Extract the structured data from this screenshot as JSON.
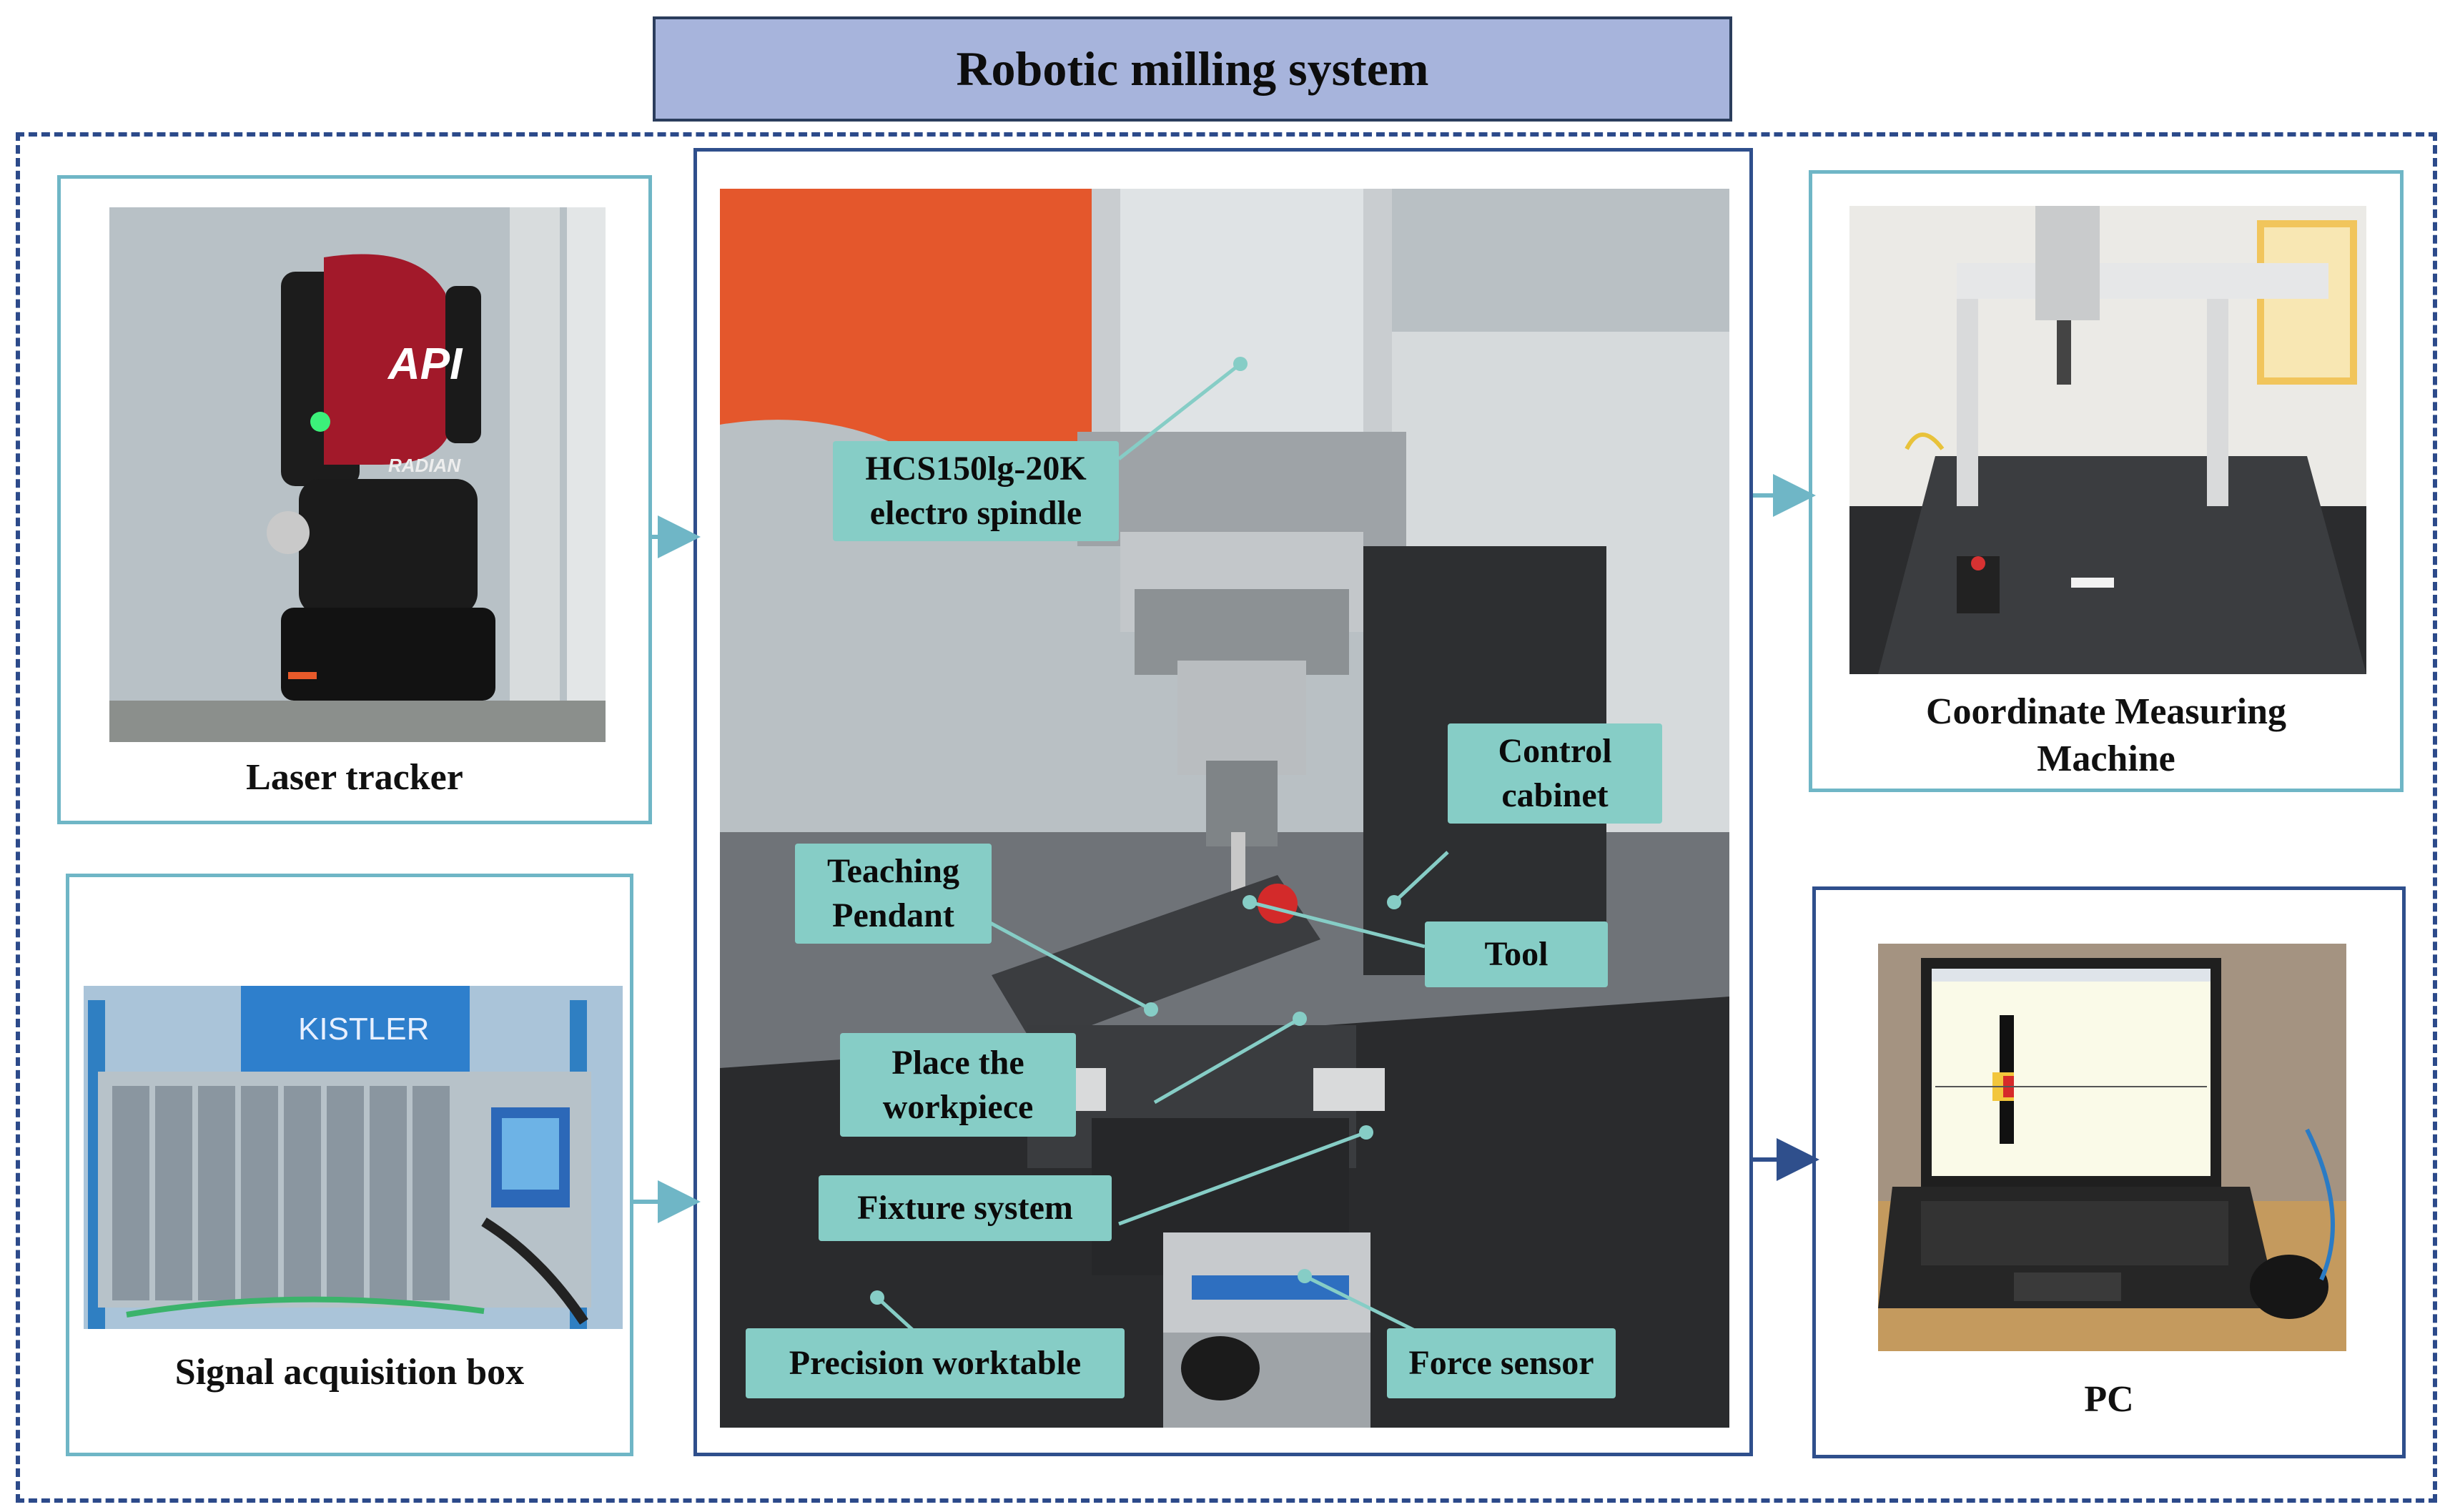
{
  "title": "Robotic milling system",
  "panels": {
    "laser_tracker": {
      "caption": "Laser tracker",
      "brand": "API",
      "model": "RADIAN"
    },
    "signal_box": {
      "caption": "Signal acquisition box",
      "brand": "KISTLER"
    },
    "cmm": {
      "caption_line1": "Coordinate Measuring",
      "caption_line2": "Machine"
    },
    "pc": {
      "caption": "PC"
    }
  },
  "labels": {
    "spindle_line1": "HCS150lg-20K",
    "spindle_line2": "electro spindle",
    "control_line1": "Control",
    "control_line2": "cabinet",
    "teach_line1": "Teaching",
    "teach_line2": "Pendant",
    "tool": "Tool",
    "place_line1": "Place the",
    "place_line2": "workpiece",
    "fixture": "Fixture system",
    "worktable": "Precision worktable",
    "force": "Force sensor"
  },
  "colors": {
    "title_fill": "#a7b4dc",
    "frame_dashed": "#2c4a8a",
    "panel_light": "#6fb6c6",
    "panel_dark": "#2f4f8c",
    "tag_fill": "#86cdc6",
    "arrow_light": "#6fb6c6",
    "arrow_dark": "#2f4f8c"
  }
}
